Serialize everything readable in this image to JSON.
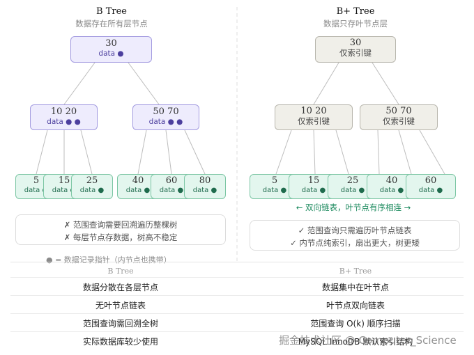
{
  "btree": {
    "title": "B Tree",
    "subtitle": "数据存在所有层节点",
    "root": {
      "keys": "30",
      "sub": "data ●"
    },
    "internal": [
      {
        "keys": "10 20",
        "sub": "data ● ●"
      },
      {
        "keys": "50 70",
        "sub": "data ● ●"
      }
    ],
    "leaves": [
      {
        "keys": "5",
        "sub": "data ●"
      },
      {
        "keys": "15",
        "sub": "data ●"
      },
      {
        "keys": "25",
        "sub": "data ●"
      },
      {
        "keys": "40",
        "sub": "data ●"
      },
      {
        "keys": "60",
        "sub": "data ●"
      },
      {
        "keys": "80",
        "sub": "data ●"
      }
    ],
    "notes": [
      "✗ 范围查询需要回溯遍历整棵树",
      "✗ 每层节点存数据，树高不稳定"
    ]
  },
  "bplus": {
    "title": "B+ Tree",
    "subtitle": "数据只存叶节点层",
    "root": {
      "keys": "30",
      "sub": "仅索引键"
    },
    "internal": [
      {
        "keys": "10 20",
        "sub": "仅索引键"
      },
      {
        "keys": "50 70",
        "sub": "仅索引键"
      }
    ],
    "leaves": [
      {
        "keys": "5",
        "sub": "data ●"
      },
      {
        "keys": "15",
        "sub": "data ●"
      },
      {
        "keys": "25",
        "sub": "data ●"
      },
      {
        "keys": "40",
        "sub": "data ●"
      },
      {
        "keys": "60",
        "sub": "data ●"
      }
    ],
    "chain_label": "← 双向链表，叶节点有序相连 →",
    "notes": [
      "✓ 范围查询只需遍历叶节点链表",
      "✓ 内节点纯索引，扇出更大，树更矮"
    ]
  },
  "legend": "● = 数据记录指针（内节点也携带）",
  "table": {
    "headers": [
      "B Tree",
      "B+ Tree"
    ],
    "rows": [
      [
        "数据分散在各层节点",
        "数据集中在叶节点"
      ],
      [
        "无叶节点链表",
        "叶节点双向链表"
      ],
      [
        "范围查询需回溯全树",
        "范围查询 O(k) 顺序扫描"
      ],
      [
        "实际数据库较少使用",
        "MySQL InnoDB 默认索引结构"
      ]
    ]
  },
  "watermark": "掘金技术社区 @ Computer_Science",
  "colors": {
    "purple_fill": "#eeecfd",
    "purple_border": "#a39be0",
    "gray_fill": "#f0efe9",
    "gray_border": "#b8b6ad",
    "green_fill": "#e3f6ee",
    "green_border": "#7cc6a4",
    "chain": "#1c8a5e"
  }
}
